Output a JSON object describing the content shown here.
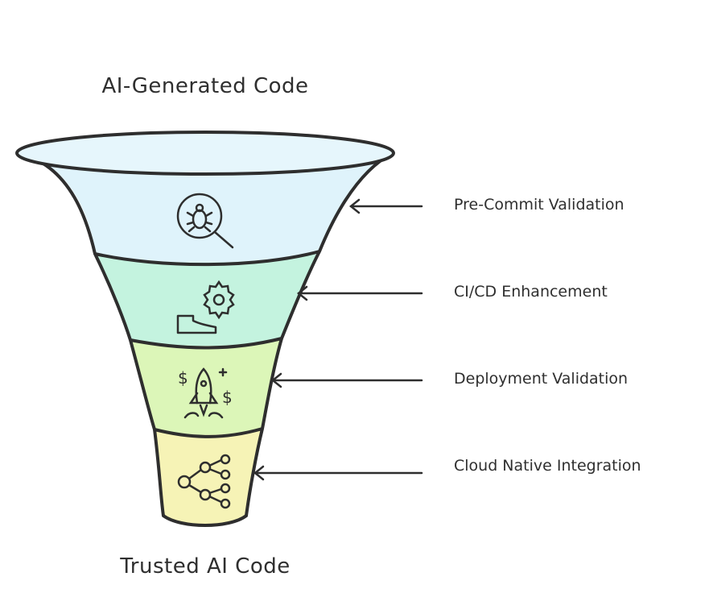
{
  "title_top": "AI-Generated Code",
  "title_bottom": "Trusted AI Code",
  "stages": [
    {
      "label": "Pre-Commit Validation",
      "icon": "bug-magnifier-icon",
      "color": "#dff3fb"
    },
    {
      "label": "CI/CD Enhancement",
      "icon": "gear-icon",
      "color": "#c4f3df"
    },
    {
      "label": "Deployment Validation",
      "icon": "rocket-icon",
      "color": "#d9f5b3"
    },
    {
      "label": "Cloud Native Integration",
      "icon": "network-icon",
      "color": "#f5f3b3"
    }
  ]
}
